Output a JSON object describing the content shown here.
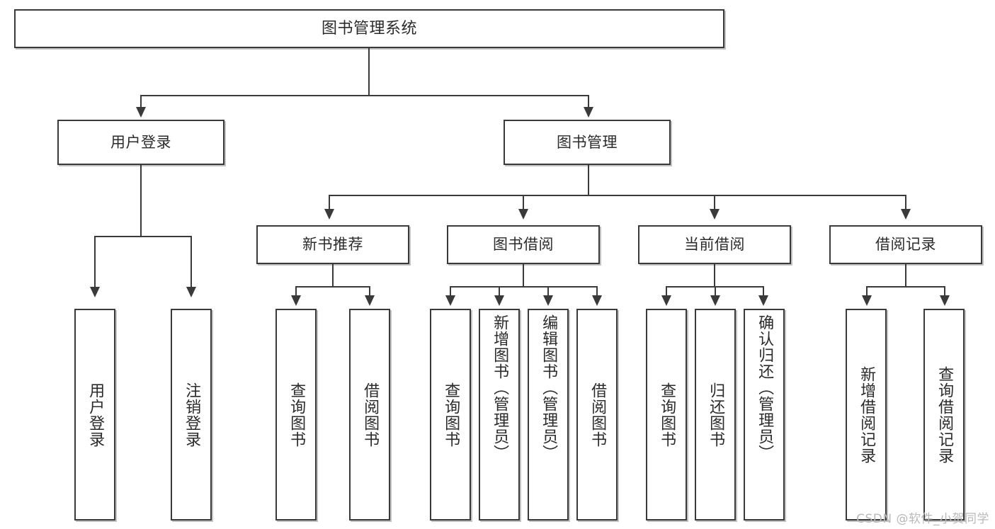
{
  "diagram": {
    "title": "图书管理系统",
    "type": "tree-hierarchy-diagram",
    "watermark": "CSDN @软件_小贺同学",
    "colors": {
      "box_border": "#3a3a3a",
      "box_fill": "#ffffff",
      "connector": "#3a3a3a",
      "text": "#2b2b2b",
      "watermark": "#b9b9b9",
      "background": "#ffffff"
    },
    "root": {
      "label": "图书管理系统"
    },
    "level1": [
      {
        "label": "用户登录"
      },
      {
        "label": "图书管理"
      }
    ],
    "level2": [
      {
        "label": "新书推荐"
      },
      {
        "label": "图书借阅"
      },
      {
        "label": "当前借阅"
      },
      {
        "label": "借阅记录"
      }
    ],
    "leaves": {
      "user_login": [
        {
          "label": "用户登录"
        },
        {
          "label": "注销登录"
        }
      ],
      "new_book_recommend": [
        {
          "label": "查询图书"
        },
        {
          "label": "借阅图书"
        }
      ],
      "book_borrow": [
        {
          "label": "查询图书"
        },
        {
          "label": "新增图书（管理员）"
        },
        {
          "label": "编辑图书（管理员）"
        },
        {
          "label": "借阅图书"
        }
      ],
      "current_borrow": [
        {
          "label": "查询图书"
        },
        {
          "label": "归还图书"
        },
        {
          "label": "确认归还（管理员）"
        }
      ],
      "borrow_record": [
        {
          "label": "新增借阅记录"
        },
        {
          "label": "查询借阅记录"
        }
      ]
    }
  }
}
